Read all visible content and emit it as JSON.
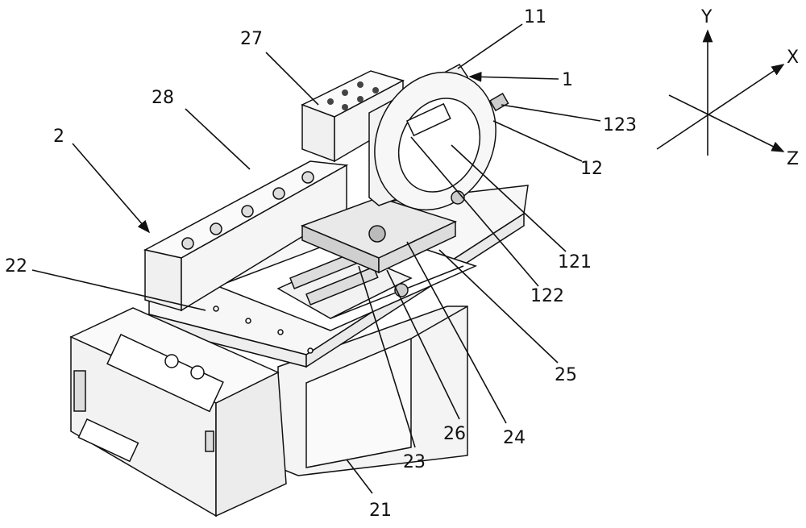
{
  "figure": {
    "labels": {
      "l1": "1",
      "l11": "11",
      "l12": "12",
      "l121": "121",
      "l122": "122",
      "l123": "123",
      "l2": "2",
      "l21": "21",
      "l22": "22",
      "l23": "23",
      "l24": "24",
      "l25": "25",
      "l26": "26",
      "l27": "27",
      "l28": "28"
    },
    "axes": {
      "y": "Y",
      "x": "X",
      "z": "Z"
    }
  }
}
